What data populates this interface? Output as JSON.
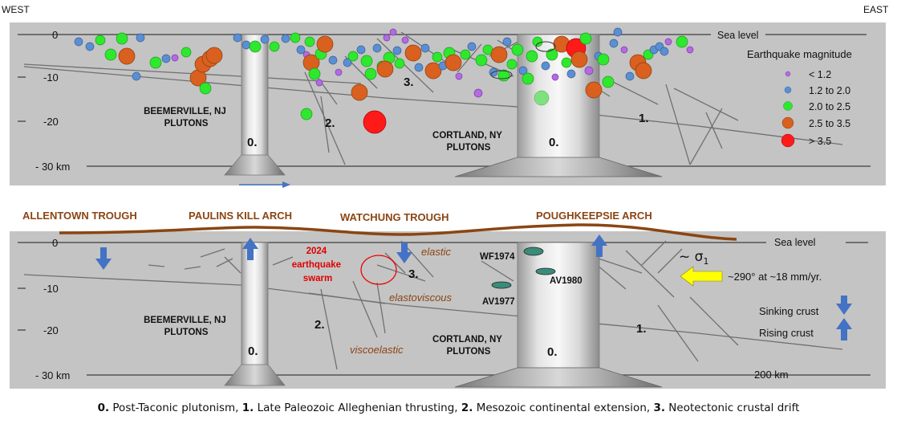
{
  "directions": {
    "west": "WEST",
    "east": "EAST"
  },
  "top_panel": {
    "depth_labels": [
      "0",
      "-10",
      "-20",
      "- 30 km"
    ],
    "sea_level": "Sea level",
    "pluton_west": [
      "BEEMERVILLE, NJ",
      "PLUTONS"
    ],
    "pluton_east": [
      "CORTLAND, NY",
      "PLUTONS"
    ],
    "structure_labels": {
      "plutonism": "0.",
      "thrusting": "1.",
      "extension": "2.",
      "drift": "3."
    },
    "legend": {
      "title": "Earthquake magnitude",
      "items": [
        {
          "label": "< 1.2",
          "color": "#b36ae2"
        },
        {
          "label": "1.2 to 2.0",
          "color": "#5b8fd4"
        },
        {
          "label": "2.0 to 2.5",
          "color": "#2ee82e"
        },
        {
          "label": "2.5 to 3.5",
          "color": "#d9601f"
        },
        {
          "label": "> 3.5",
          "color": "#ff1a1a"
        }
      ]
    }
  },
  "bottom_panel": {
    "regions": [
      "ALLENTOWN TROUGH",
      "PAULINS KILL ARCH",
      "WATCHUNG TROUGH",
      "POUGHKEEPSIE ARCH"
    ],
    "region_color": "#8b4513",
    "depth_labels": [
      "0",
      "-10",
      "-20",
      "- 30 km"
    ],
    "sea_level": "Sea level",
    "pluton_west": [
      "BEEMERVILLE, NJ",
      "PLUTONS"
    ],
    "pluton_east": [
      "CORTLAND, NY",
      "PLUTONS"
    ],
    "structure_labels": {
      "plutonism": "0.",
      "thrusting": "1.",
      "extension": "2.",
      "drift": "3."
    },
    "swarm": [
      "2024",
      "earthquake",
      "swarm"
    ],
    "rheology": {
      "elastic": "elastic",
      "elastoviscous": "elastoviscous",
      "viscoelastic": "viscoelastic"
    },
    "events": {
      "wf1974": "WF1974",
      "av1980": "AV1980",
      "av1977": "AV1977"
    },
    "stress_symbol": "~ σ",
    "stress_subscript": "1",
    "drift_rate": "~290° at ~18 mm/yr.",
    "sinking_crust": "Sinking crust",
    "rising_crust": "Rising crust",
    "scale_bar": "200 km"
  },
  "caption": [
    {
      "num": "0.",
      "text": " Post-Taconic plutonism,  "
    },
    {
      "num": "1.",
      "text": " Late Paleozoic Alleghenian thrusting, "
    },
    {
      "num": "2.",
      "text": " Mesozoic continental extension,  "
    },
    {
      "num": "3.",
      "text": " Neotectonic crustal drift"
    }
  ]
}
